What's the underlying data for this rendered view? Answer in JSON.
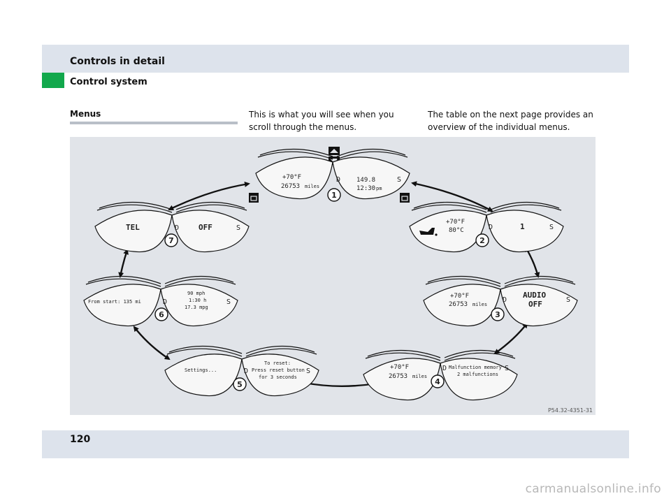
{
  "header": {
    "section": "Controls in detail",
    "subsection": "Control system"
  },
  "menus_label": "Menus",
  "paragraphs": [
    "This is what you will see when you scroll through the menus.",
    "The table on the next page provides an overview of the individual menus."
  ],
  "figure_code": "P54.32-4351-31",
  "page_number": "120",
  "watermark": "carmanualsonline.info",
  "menus": [
    {
      "number": "1",
      "left": [
        "+70°F",
        "26753"
      ],
      "left_unit": "miles",
      "right": [
        "149.8",
        "12:30"
      ],
      "right_unit": "pm"
    },
    {
      "number": "2",
      "left": [
        "+70°F",
        "80°C"
      ],
      "right": [
        "1"
      ]
    },
    {
      "number": "3",
      "left": [
        "+70°F",
        "26753"
      ],
      "left_unit": "miles",
      "right": [
        "AUDIO",
        "OFF"
      ]
    },
    {
      "number": "4",
      "left": [
        "+70°F",
        "26753"
      ],
      "left_unit": "miles",
      "right": [
        "Malfunction memory",
        "2 malfunctions"
      ]
    },
    {
      "number": "5",
      "left": [
        "Settings..."
      ],
      "right": [
        "To reset:",
        "Press reset button",
        "for 3 seconds"
      ]
    },
    {
      "number": "6",
      "left": [
        "From start: 135 mi"
      ],
      "right": [
        "90 mph",
        "1:30 h",
        "17.3 mpg"
      ]
    },
    {
      "number": "7",
      "left": [
        "TEL"
      ],
      "right": [
        "OFF"
      ]
    }
  ],
  "display_letters": {
    "d": "D",
    "s": "S"
  },
  "icons": [
    "up-arrow-icon",
    "down-arrow-icon",
    "menu-window-icon",
    "oil-can-icon"
  ]
}
